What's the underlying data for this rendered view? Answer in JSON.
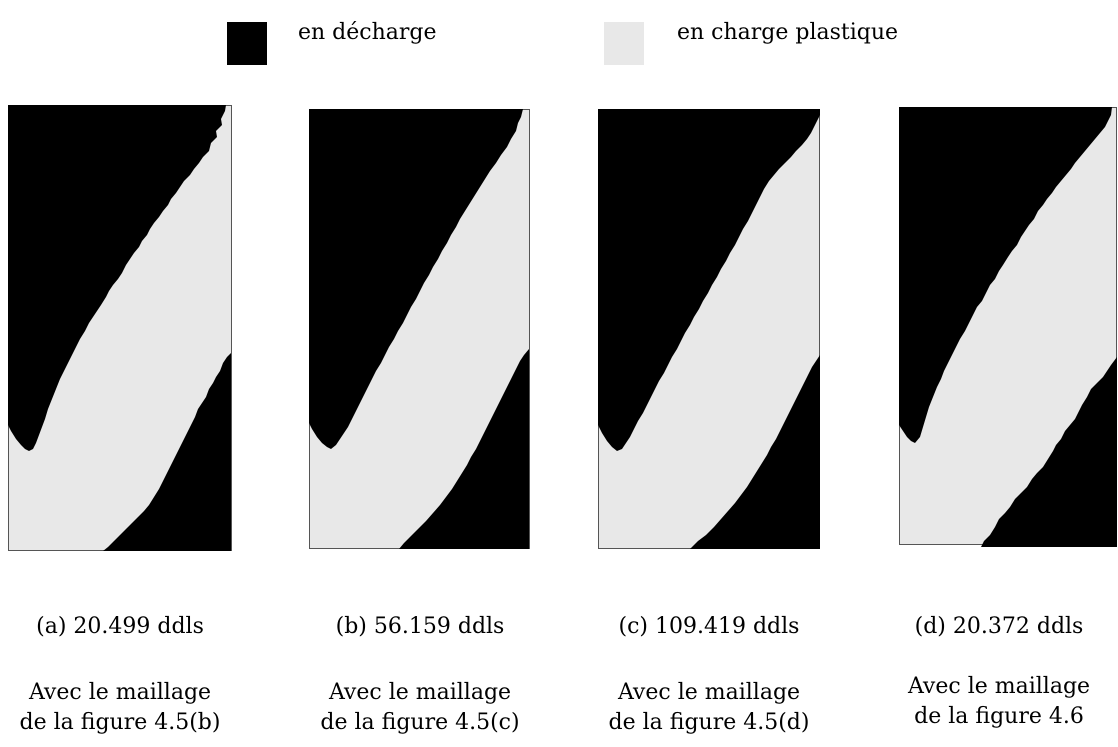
{
  "legend": {
    "unloading": {
      "label": "en décharge",
      "color": "#000000"
    },
    "plastic": {
      "label": "en charge plastique",
      "color": "#e8e8e8"
    }
  },
  "panels": [
    {
      "caption": "(a) 20.499 ddls",
      "note_line1": "Avec le maillage",
      "note_line2": "de la figure 4.5(b)"
    },
    {
      "caption": "(b) 56.159 ddls",
      "note_line1": "Avec le maillage",
      "note_line2": "de la figure 4.5(c)"
    },
    {
      "caption": "(c) 109.419 ddls",
      "note_line1": "Avec le maillage",
      "note_line2": "de la figure 4.5(d)"
    },
    {
      "caption": "(d) 20.372 ddls",
      "note_line1": "Avec le maillage",
      "note_line2": "de la figure 4.6"
    }
  ]
}
